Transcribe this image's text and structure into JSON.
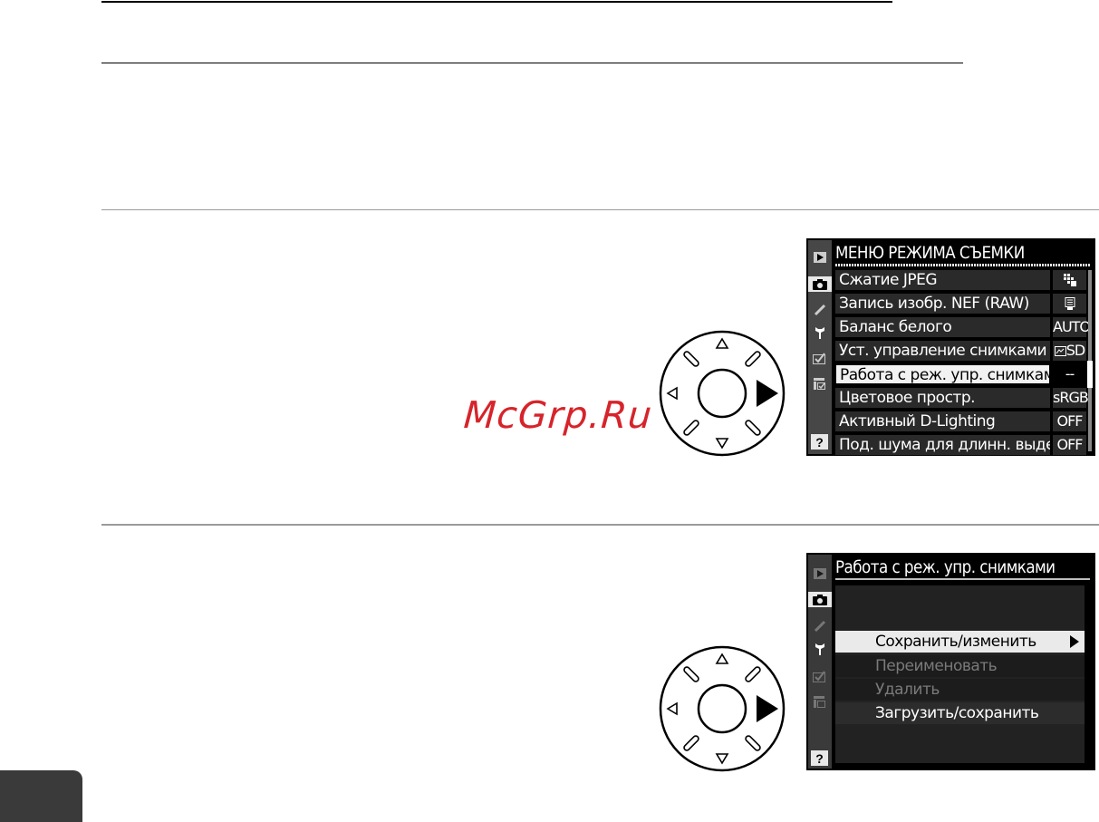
{
  "watermark": {
    "text": "McGrp.Ru",
    "color": "#d6242a"
  },
  "screen1": {
    "title": "МЕНЮ РЕЖИМА СЪЕМКИ",
    "tabs": [
      "playback-icon",
      "camera-icon",
      "pencil-icon",
      "wrench-icon",
      "retouch-icon",
      "my-menu-icon",
      "help-icon"
    ],
    "items": [
      {
        "label": "Сжатие JPEG",
        "value": ""
      },
      {
        "label": "Запись изобр. NEF (RAW)",
        "value": ""
      },
      {
        "label": "Баланс белого",
        "value": "AUTO"
      },
      {
        "label": "Уст. управление снимками",
        "value": "SD"
      },
      {
        "label": "Работа с реж. упр. снимками",
        "value": "--"
      },
      {
        "label": "Цветовое простр.",
        "value": "sRGB"
      },
      {
        "label": "Активный D-Lighting",
        "value": "OFF"
      },
      {
        "label": "Под. шума для длинн. выдер.",
        "value": "OFF"
      }
    ],
    "selected_index": 4,
    "help": "?"
  },
  "screen2": {
    "title": "Работа с реж. упр. снимками",
    "options": [
      {
        "label": "Сохранить/изменить",
        "state": "selected"
      },
      {
        "label": "Переименовать",
        "state": "disabled"
      },
      {
        "label": "Удалить",
        "state": "disabled"
      },
      {
        "label": "Загрузить/сохранить",
        "state": "normal"
      }
    ],
    "help": "?"
  },
  "colors": {
    "accent_dark": "#3a3a3a",
    "rule": "#000000",
    "rule_gray": "#9a9a9a"
  }
}
